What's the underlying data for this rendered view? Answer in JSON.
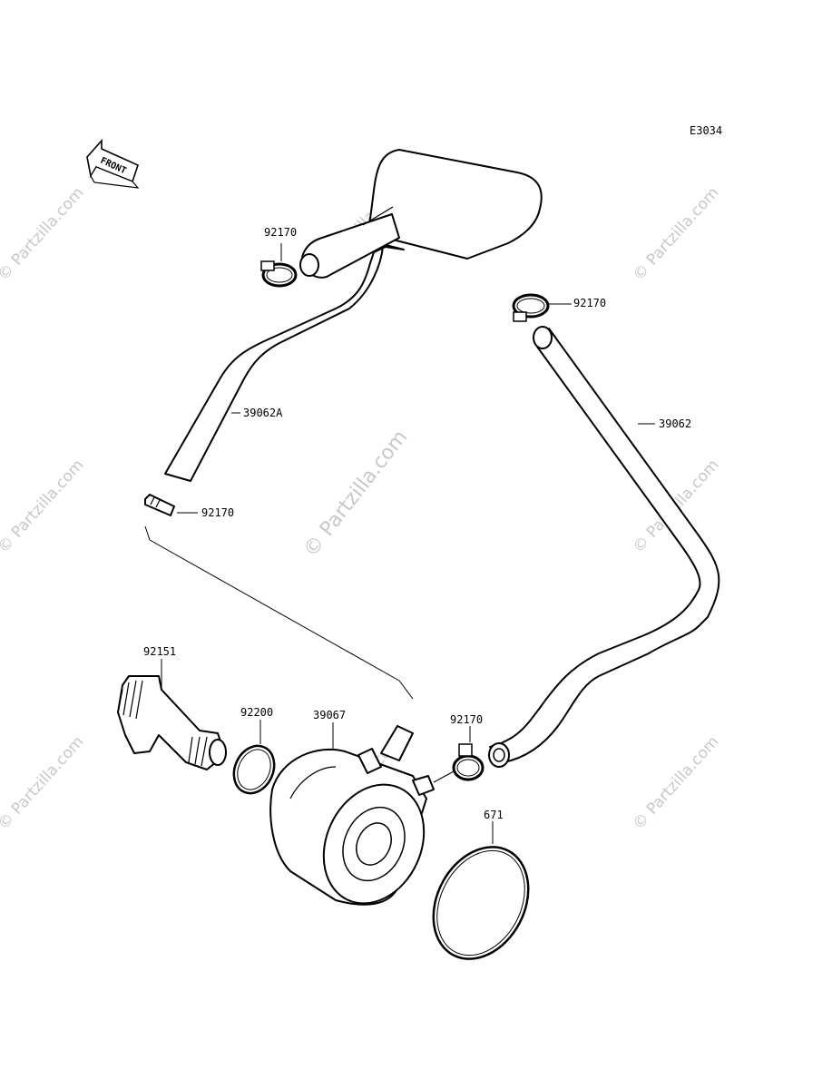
{
  "diagram_code": "E3034",
  "front_label": "FRONT",
  "watermark": "© Partzilla.com",
  "parts": {
    "clamp_top_left": "92170",
    "clamp_top_right": "92170",
    "clamp_mid_left": "92170",
    "clamp_lower_right": "92170",
    "hose_left": "39062A",
    "hose_right": "39062",
    "bolt": "92151",
    "o_ring_small": "92200",
    "oil_cooler": "39067",
    "o_ring_large": "671"
  }
}
